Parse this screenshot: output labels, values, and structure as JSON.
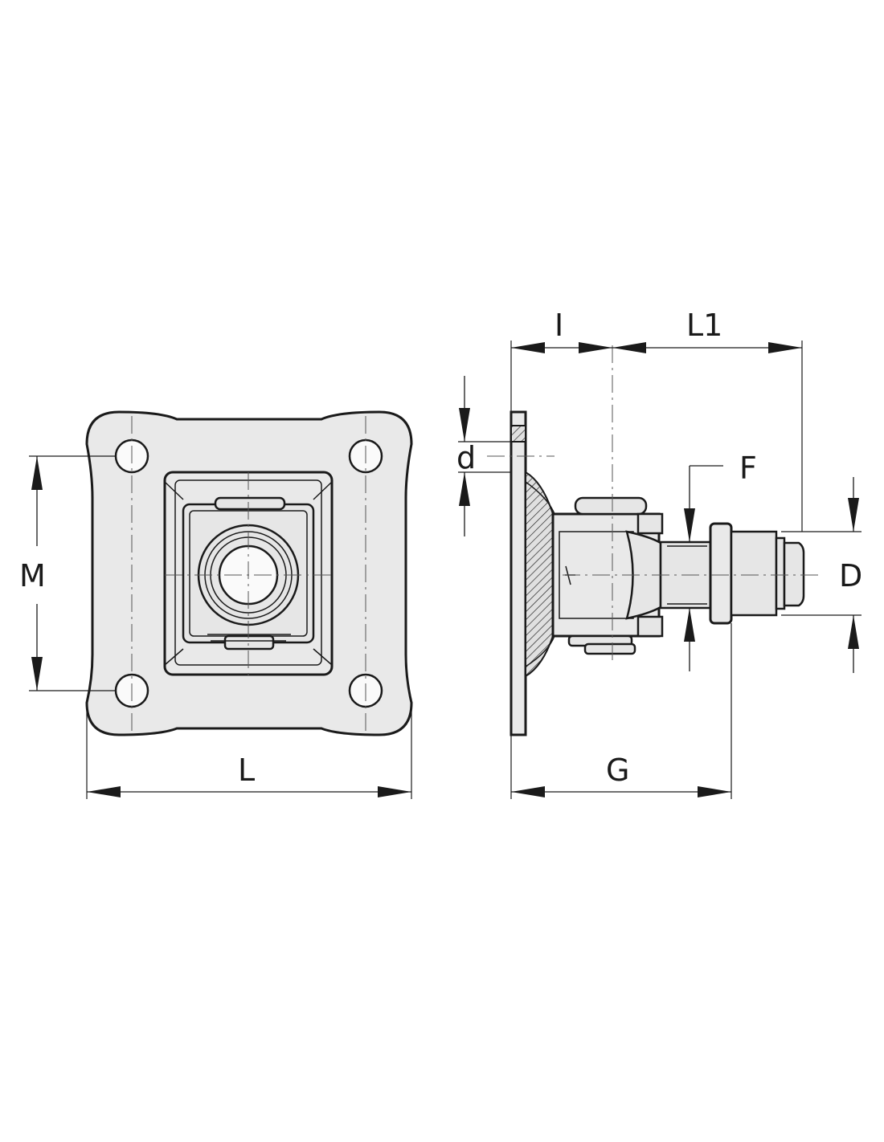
{
  "labels": {
    "L": "L",
    "M": "M",
    "G": "G",
    "I": "I",
    "L1": "L1",
    "d": "d",
    "F": "F",
    "D": "D"
  }
}
